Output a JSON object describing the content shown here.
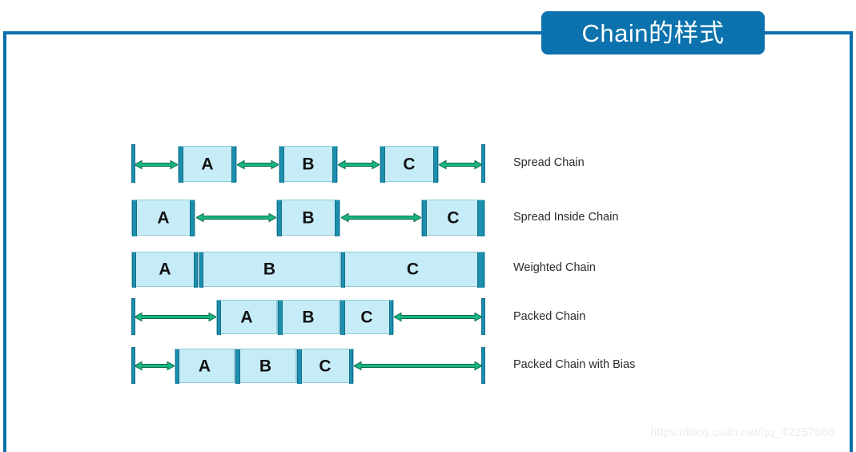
{
  "slide": {
    "title": "Chain的样式",
    "background_color": "#ffffff",
    "frame_color": "#0870ad",
    "title_box_color": "#0c72ad",
    "title_text_color": "#ffffff"
  },
  "palette": {
    "box_fill": "#c6ecf7",
    "box_border": "#8fc9d8",
    "bar_teal": "#1c8fae",
    "arrow_green": "#17b583",
    "arrow_outline": "#0d6b4f",
    "label_text": "#2b2b2b",
    "letter_text": "#111111"
  },
  "diagram": {
    "rows": [
      {
        "label": "Spread Chain",
        "boxes": [
          {
            "letter": "A"
          },
          {
            "letter": "B"
          },
          {
            "letter": "C"
          }
        ],
        "arrow_count": 4,
        "description": "equal gaps before, between and after each box"
      },
      {
        "label": "Spread Inside Chain",
        "boxes": [
          {
            "letter": "A"
          },
          {
            "letter": "B"
          },
          {
            "letter": "C"
          }
        ],
        "arrow_count": 2,
        "description": "outer boxes flush to the ends, equal gaps inside"
      },
      {
        "label": "Weighted Chain",
        "boxes": [
          {
            "letter": "A"
          },
          {
            "letter": "B"
          },
          {
            "letter": "C"
          }
        ],
        "arrow_count": 0,
        "description": "boxes stretch to fill the whole span with weights"
      },
      {
        "label": "Packed Chain",
        "boxes": [
          {
            "letter": "A"
          },
          {
            "letter": "B"
          },
          {
            "letter": "C"
          }
        ],
        "arrow_count": 2,
        "description": "boxes packed together and centred in the span"
      },
      {
        "label": "Packed Chain with Bias",
        "boxes": [
          {
            "letter": "A"
          },
          {
            "letter": "B"
          },
          {
            "letter": "C"
          }
        ],
        "arrow_count": 2,
        "description": "boxes packed together and biased toward the start"
      }
    ]
  },
  "watermark": {
    "text": "https://blog.csdn.net/qq_42257666"
  }
}
